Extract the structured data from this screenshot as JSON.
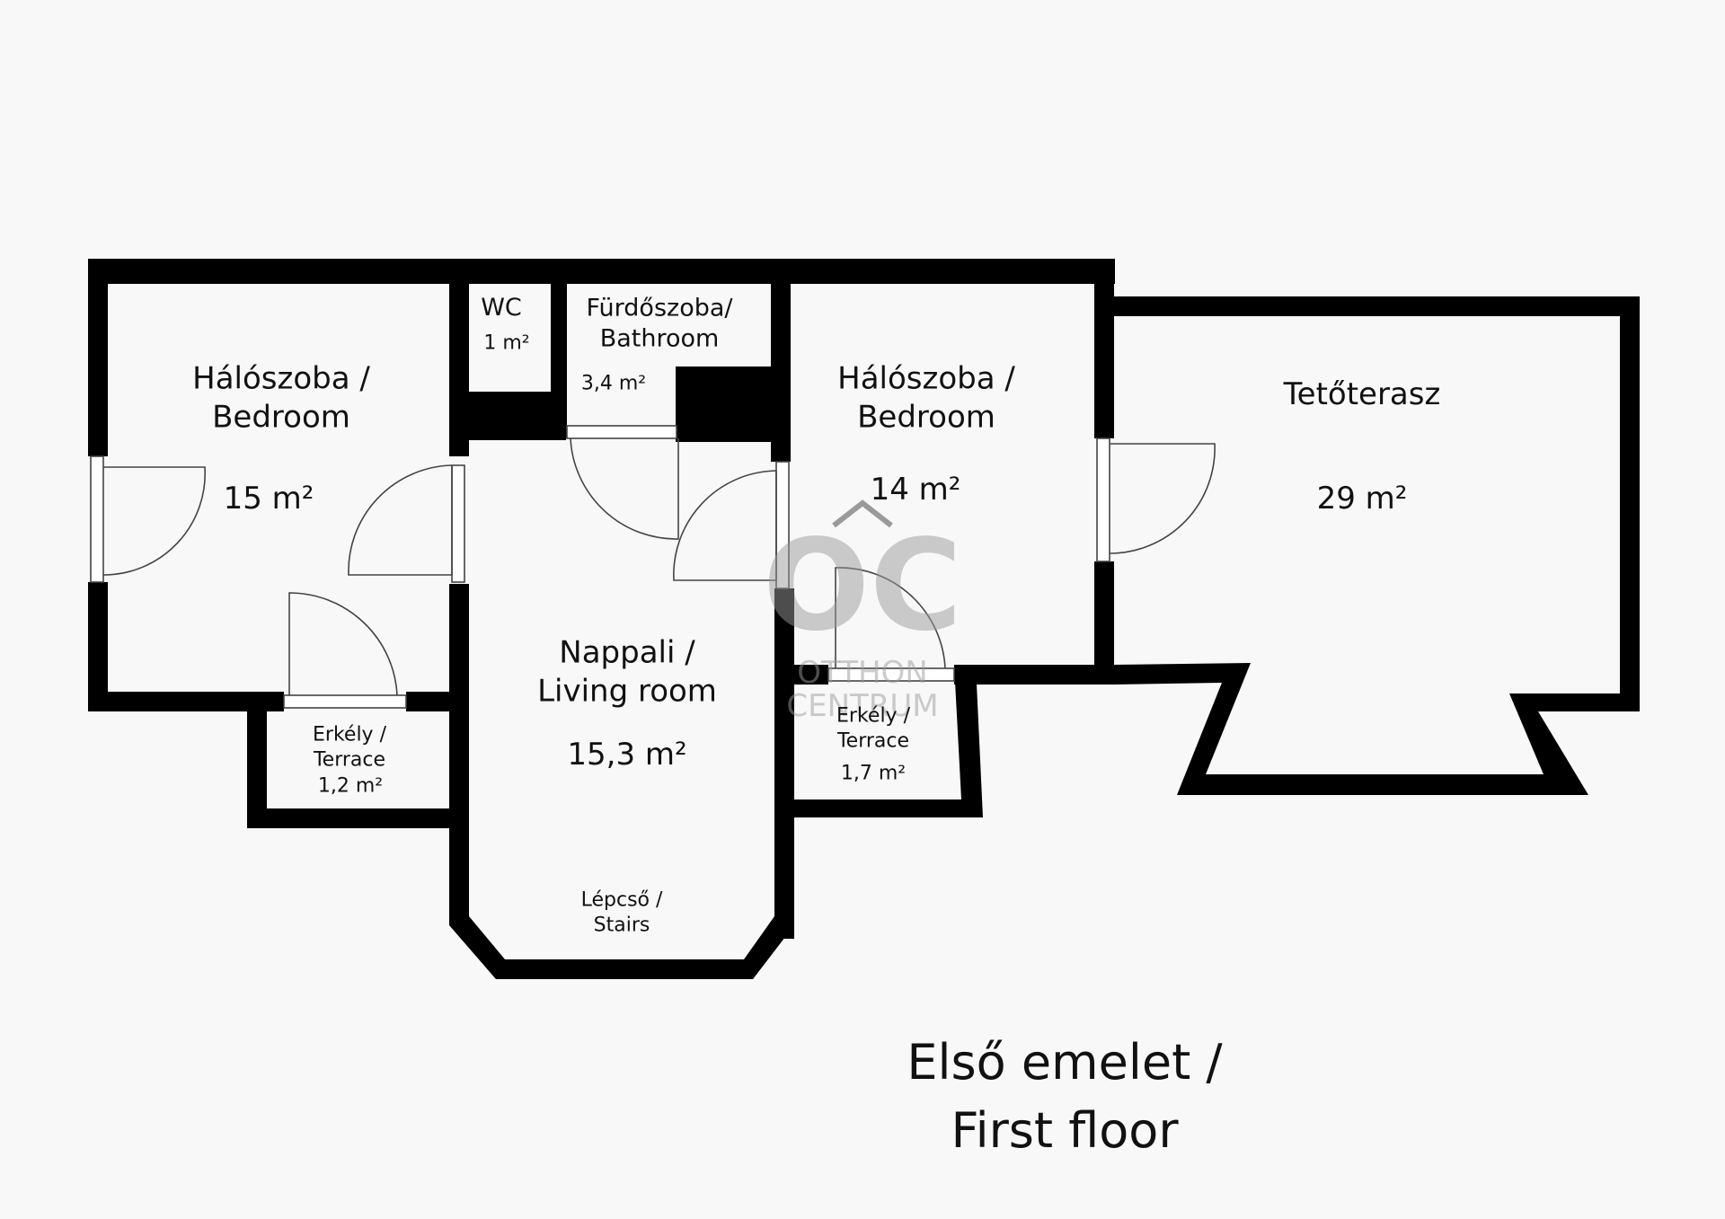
{
  "rooms": {
    "bedroom_left": {
      "name": "Hálószoba /\nBedroom",
      "area": "15 m²"
    },
    "wc": {
      "name": "WC",
      "area": "1 m²"
    },
    "bathroom": {
      "name": "Fürdőszoba/\nBathroom",
      "area": "3,4 m²"
    },
    "bedroom_right": {
      "name": "Hálószoba /\nBedroom",
      "area": "14 m²"
    },
    "roof_terrace": {
      "name": "Tetőterasz",
      "area": "29 m²"
    },
    "living_room": {
      "name": "Nappali /\nLiving room",
      "area": "15,3 m²"
    },
    "terrace_left": {
      "name": "Erkély /\nTerrace",
      "area": "1,2 m²"
    },
    "terrace_right": {
      "name": "Erkély /\nTerrace",
      "area": "1,7 m²"
    },
    "stairs": {
      "name": "Lépcső /\nStairs"
    }
  },
  "watermark": {
    "monogram": "OC",
    "line1": "OTTHON",
    "line2": "CENTRUM"
  },
  "caption": {
    "line1": "Első emelet  /",
    "line2": "First floor"
  },
  "colors": {
    "wall": "#000000",
    "background": "#f8f8f8",
    "watermark": "#9a9a9a"
  }
}
